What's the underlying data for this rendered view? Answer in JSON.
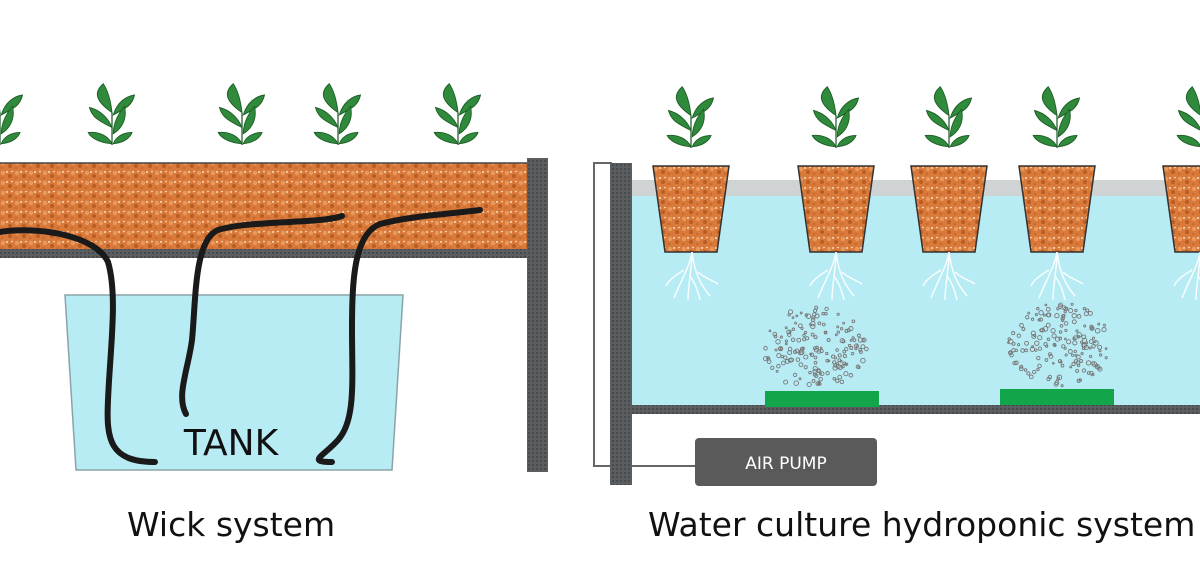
{
  "wick_system": {
    "caption": "Wick system",
    "tank_label": "TANK"
  },
  "water_culture_system": {
    "caption": "Water culture hydroponic system",
    "pump_label": "AIR PUMP"
  },
  "colors": {
    "leaf": "#2f8a3c",
    "leaf_dark": "#1f5f28",
    "medium": "#d9793a",
    "water": "#b8ecf5",
    "frame": "#55595c",
    "air_stone": "#12a54a",
    "pump": "#5a5a5a",
    "net_pot_rim": "#cfd3d4",
    "wick": "#1a1a1a",
    "bubbles": "#777777"
  }
}
